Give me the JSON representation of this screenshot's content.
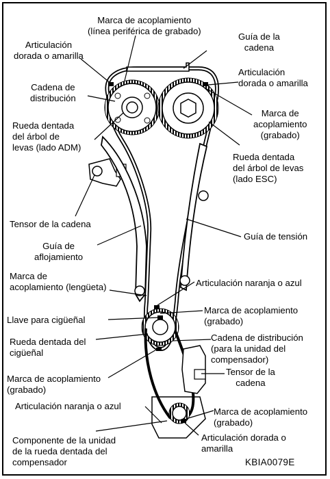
{
  "labels": {
    "marca_grabado_top": "Marca de acoplamiento\n(línea periférica de grabado)",
    "guia_cadena": "Guía de la\ncadena",
    "artic_izq_top": "Articulación\ndorada o amarilla",
    "artic_der_top": "Articulación\ndorada o amarilla",
    "cadena_distribucion": "Cadena de\ndistribución",
    "marca_der_top": "Marca de\nacoplamiento\n(grabado)",
    "rueda_adm": "Rueda dentada\ndel árbol de\nlevas (lado ADM)",
    "rueda_esc": "Rueda dentada\ndel árbol de levas\n(lado ESC)",
    "tensor_cadena": "Tensor de la cadena",
    "guia_tension": "Guía de tensión",
    "guia_aflojamiento": "Guía de\naflojamiento",
    "marca_lengueta": "Marca de\nacoplamiento (lengüeta)",
    "artic_naranja_top": "Articulación naranja o azul",
    "marca_grabado_mid": "Marca de acoplamiento\n(grabado)",
    "llave_ciguenal": "Llave para cigüeñal",
    "cadena_compensador": "Cadena de distribución\n(para la unidad del\ncompensador)",
    "rueda_ciguenal": "Rueda dentada del\ncigüeñal",
    "tensor_cadena_2": "Tensor de la\ncadena",
    "marca_grabado_low": "Marca de acoplamiento\n(grabado)",
    "artic_naranja_low": "Articulación naranja o azul",
    "marca_grabado_bottom": "Marca de acoplamiento\n(grabado)",
    "componente": "Componente de la unidad\nde la rueda dentada del\ncompensador",
    "artic_dorada_bottom": "Articulación dorada o\namarilla"
  },
  "figure_code": "KBIA0079E"
}
